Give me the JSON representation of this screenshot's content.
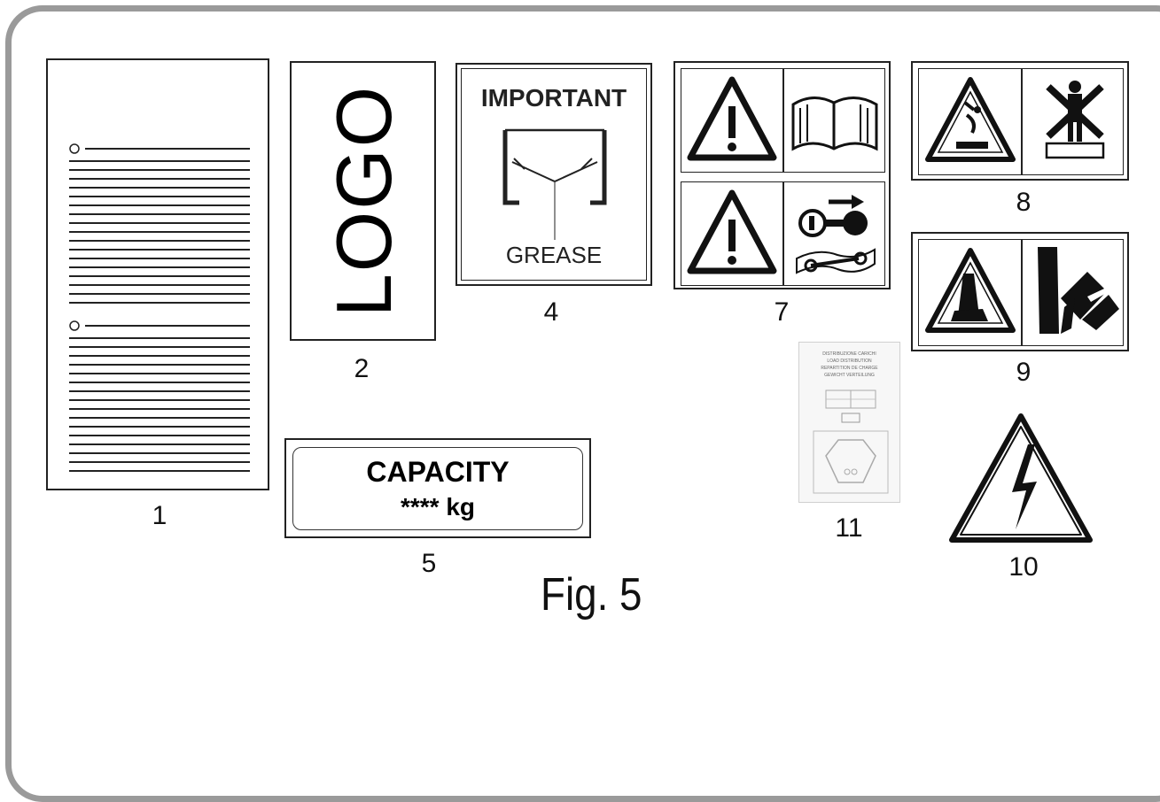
{
  "labels": {
    "l1": "1",
    "l2": "2",
    "l4": "4",
    "l5": "5",
    "l7": "7",
    "l8": "8",
    "l9": "9",
    "l10": "10",
    "l11": "11"
  },
  "decal2": {
    "text": "LOGO"
  },
  "decal4": {
    "top": "IMPORTANT",
    "bottom": "GREASE"
  },
  "decal5": {
    "line1": "CAPACITY",
    "line2": "**** kg"
  },
  "decal11": {
    "lines": [
      "DISTRIBUZIONE CARICHI",
      "LOAD DISTRIBUTION",
      "REPARTITION DE CHARGE",
      "GEWICHT VERTEILUNG"
    ]
  },
  "caption": "Fig. 5",
  "icons": {
    "warning": "warning-triangle-icon",
    "manual": "manual-book-icon",
    "key": "key-icon",
    "wrench": "wrench-icon",
    "hazard_fall": "fall-hazard-icon",
    "no_stand": "no-standing-icon",
    "crush": "crush-hazard-icon",
    "foot": "foot-crush-icon",
    "electric": "electric-hazard-icon"
  }
}
